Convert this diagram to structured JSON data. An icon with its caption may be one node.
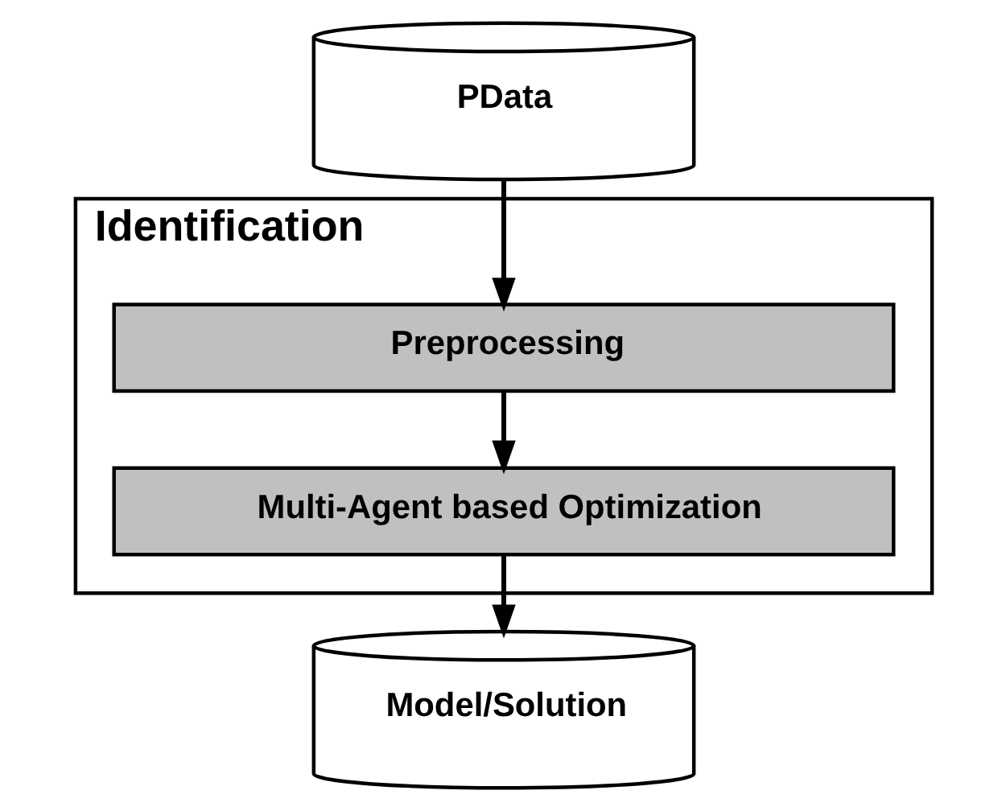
{
  "diagram": {
    "nodes": [
      {
        "text": [
          "PData"
        ]
      },
      {
        "text": [
          "Identification"
        ]
      },
      {
        "text": [
          "Preprocessing"
        ],
        "in": 1
      },
      {
        "text": [
          "Multi-Agent based Optimization"
        ],
        "in": 1
      },
      {
        "text": [
          "Model/Solution"
        ]
      }
    ],
    "edges": [
      {
        "from": 0,
        "to": 2,
        "arrow": "to"
      },
      {
        "from": 2,
        "to": 3,
        "arrow": "to"
      },
      {
        "from": 3,
        "to": 4,
        "arrow": "to"
      }
    ]
  }
}
